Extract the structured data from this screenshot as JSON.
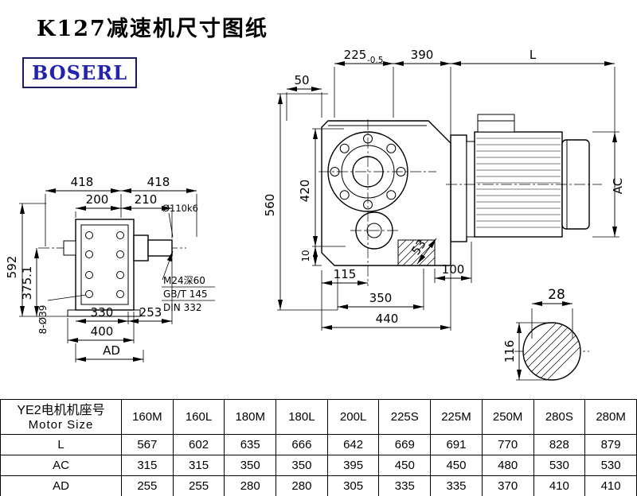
{
  "page": {
    "title": "K127减速机尺寸图纸",
    "logo": "BOSERL"
  },
  "left_view": {
    "d418_left": "418",
    "d418_right": "418",
    "d200": "200",
    "d210": "210",
    "shaft_dia": "Ø110k6",
    "d592": "592",
    "d375": "375.1",
    "holes": "8-Ø39",
    "d330": "330",
    "d253": "253",
    "d400": "400",
    "d_ad": "AD",
    "note_thread": "M24深60",
    "note_gbt": "GB/T 145",
    "note_din": "DIN 332"
  },
  "main_view": {
    "d225": "225",
    "d225_tol": "-0.5",
    "d390": "390",
    "d_l": "L",
    "d50": "50",
    "d560": "560",
    "d420": "420",
    "d10": "10",
    "d115": "115",
    "d53": "53",
    "d100": "100",
    "d350": "350",
    "d440": "440",
    "d_ac": "AC"
  },
  "shaft_view": {
    "d28": "28",
    "d116": "116"
  },
  "table": {
    "header_cn": "YE2电机机座号",
    "header_en": "Motor Size",
    "columns": [
      "160M",
      "160L",
      "180M",
      "180L",
      "200L",
      "225S",
      "225M",
      "250M",
      "280S",
      "280M"
    ],
    "rows": [
      {
        "label": "L",
        "values": [
          "567",
          "602",
          "635",
          "666",
          "642",
          "669",
          "691",
          "770",
          "828",
          "879"
        ]
      },
      {
        "label": "AC",
        "values": [
          "315",
          "315",
          "350",
          "350",
          "395",
          "450",
          "450",
          "480",
          "530",
          "530"
        ]
      },
      {
        "label": "AD",
        "values": [
          "255",
          "255",
          "280",
          "280",
          "305",
          "335",
          "335",
          "370",
          "410",
          "410"
        ]
      }
    ]
  }
}
